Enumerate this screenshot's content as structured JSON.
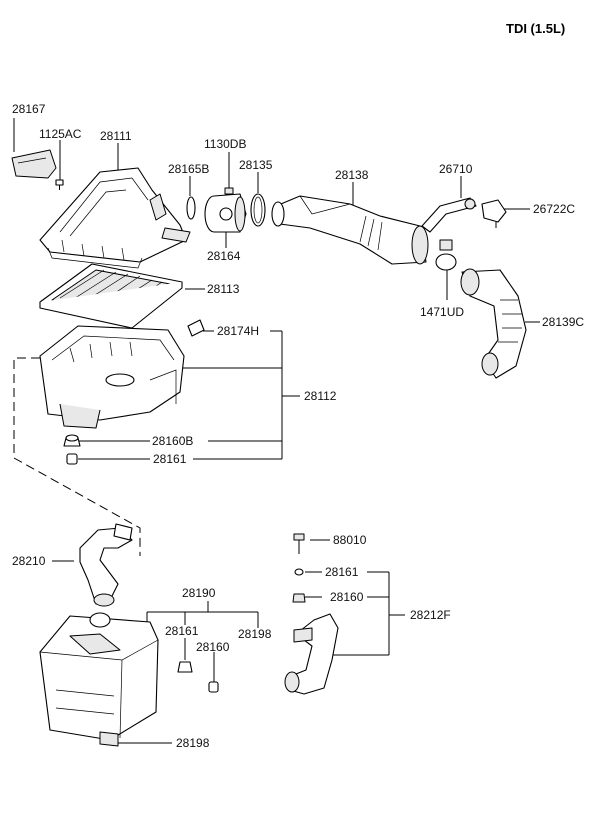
{
  "header": {
    "title": "TDI (1.5L)"
  },
  "labels": {
    "l28167": "28167",
    "l1125AC": "1125AC",
    "l28111": "28111",
    "l1130DB": "1130DB",
    "l28165B": "28165B",
    "l28135": "28135",
    "l28138": "28138",
    "l26710": "26710",
    "l26722C": "26722C",
    "l28164": "28164",
    "l28113": "28113",
    "l1471UD": "1471UD",
    "l28139C": "28139C",
    "l28174H": "28174H",
    "l28112": "28112",
    "l28160B": "28160B",
    "l28161a": "28161",
    "l28210": "28210",
    "l88010": "88010",
    "l28161b": "28161",
    "l28190": "28190",
    "l28160a": "28160",
    "l28212F": "28212F",
    "l28161c": "28161",
    "l28198a": "28198",
    "l28160c": "28160",
    "l28198b": "28198"
  }
}
